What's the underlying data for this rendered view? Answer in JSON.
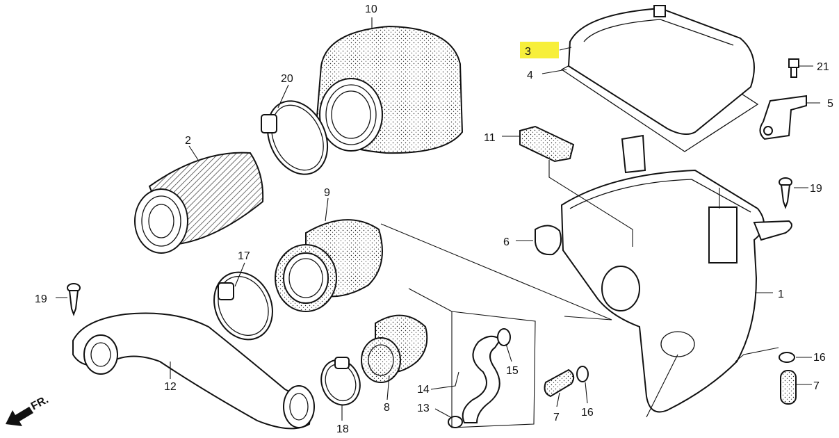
{
  "diagram": {
    "highlight_color": "#f7ef3a",
    "callouts": [
      {
        "id": "n1",
        "text": "1"
      },
      {
        "id": "n2",
        "text": "2"
      },
      {
        "id": "n3",
        "text": "3",
        "highlighted": true
      },
      {
        "id": "n4",
        "text": "4"
      },
      {
        "id": "n5",
        "text": "5"
      },
      {
        "id": "n6",
        "text": "6"
      },
      {
        "id": "n7a",
        "text": "7"
      },
      {
        "id": "n7b",
        "text": "7"
      },
      {
        "id": "n8",
        "text": "8"
      },
      {
        "id": "n9",
        "text": "9"
      },
      {
        "id": "n10",
        "text": "10"
      },
      {
        "id": "n11",
        "text": "11"
      },
      {
        "id": "n12",
        "text": "12"
      },
      {
        "id": "n13",
        "text": "13"
      },
      {
        "id": "n14",
        "text": "14"
      },
      {
        "id": "n15",
        "text": "15"
      },
      {
        "id": "n16a",
        "text": "16"
      },
      {
        "id": "n16b",
        "text": "16"
      },
      {
        "id": "n17",
        "text": "17"
      },
      {
        "id": "n18",
        "text": "18"
      },
      {
        "id": "n19a",
        "text": "19"
      },
      {
        "id": "n19b",
        "text": "19"
      },
      {
        "id": "n20",
        "text": "20"
      },
      {
        "id": "n21",
        "text": "21"
      }
    ],
    "direction_label": "FR.",
    "icons": {
      "direction": "arrow-down-left-icon"
    }
  }
}
